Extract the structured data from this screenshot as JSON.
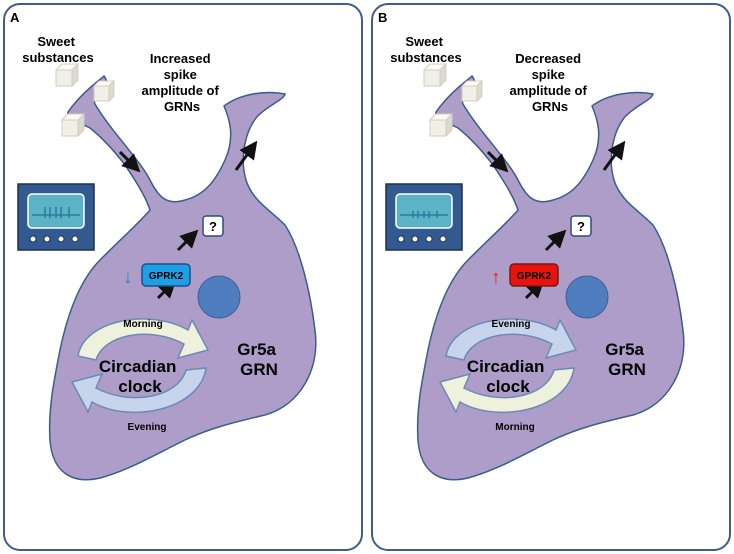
{
  "panels": [
    {
      "letter": "A",
      "sweet_lines": [
        "Sweet",
        "substances"
      ],
      "spike_lines": [
        "Increased",
        "spike",
        "amplitude of",
        "GRNs"
      ],
      "question_mark": "?",
      "gprk_label": "GPRK2",
      "gprk_arrow": "↓",
      "gprk_color": "#1ea0e6",
      "gprk_arrow_color": "#1a7fd0",
      "top_arc_label": "Morning",
      "bottom_arc_label": "Evening",
      "top_arc_color": "#eef2dc",
      "bottom_arc_color": "#c7d5ec",
      "clock_lines": [
        "Circadian",
        "clock"
      ],
      "neuron_lines": [
        "Gr5a",
        "GRN"
      ]
    },
    {
      "letter": "B",
      "sweet_lines": [
        "Sweet",
        "substances"
      ],
      "spike_lines": [
        "Decreased",
        "spike",
        "amplitude of",
        "GRNs"
      ],
      "question_mark": "?",
      "gprk_label": "GPRK2",
      "gprk_arrow": "↑",
      "gprk_color": "#e8140c",
      "gprk_arrow_color": "#e8140c",
      "top_arc_label": "Evening",
      "bottom_arc_label": "Morning",
      "top_arc_color": "#c7d5ec",
      "bottom_arc_color": "#eef2dc",
      "clock_lines": [
        "Circadian",
        "clock"
      ],
      "neuron_lines": [
        "Gr5a",
        "GRN"
      ]
    }
  ],
  "colors": {
    "cell_fill": "#ad9dc8",
    "cell_stroke": "#3a5d8a",
    "nucleus": "#4f7dc0",
    "panel_border": "#3e5e86",
    "oscilloscope_body": "#325a91",
    "oscilloscope_screen": "#5bb4c6"
  }
}
